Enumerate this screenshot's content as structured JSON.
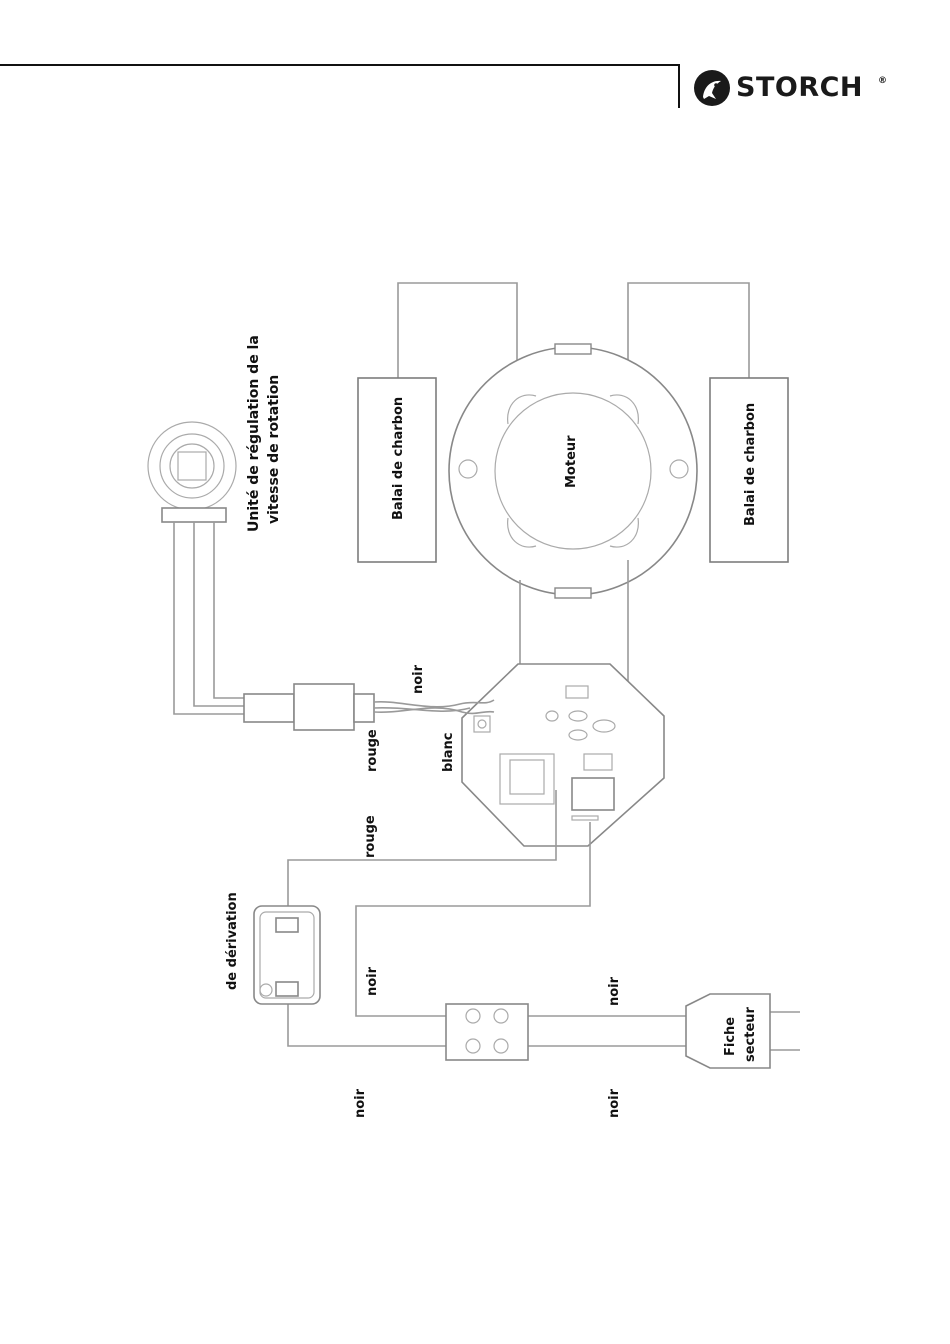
{
  "header": {
    "brand": "STORCH",
    "registered_mark": "®"
  },
  "labels": {
    "speed_unit_line1": "Unité de régulation de la",
    "speed_unit_line2": "vitesse de rotation",
    "carbon_brush_left": "Balai de charbon",
    "motor": "Moteur",
    "carbon_brush_right": "Balai de charbon",
    "wire_noir_top": "noir",
    "wire_rouge_top": "rouge",
    "wire_blanc": "blanc",
    "wire_rouge_mid": "rouge",
    "derivation": "de dérivation",
    "wire_noir_mid": "noir",
    "wire_noir_plug": "noir",
    "plug_line1": "Fiche",
    "plug_line2": "secteur",
    "wire_noir_bottom_left": "noir",
    "wire_noir_bottom_right": "noir"
  }
}
